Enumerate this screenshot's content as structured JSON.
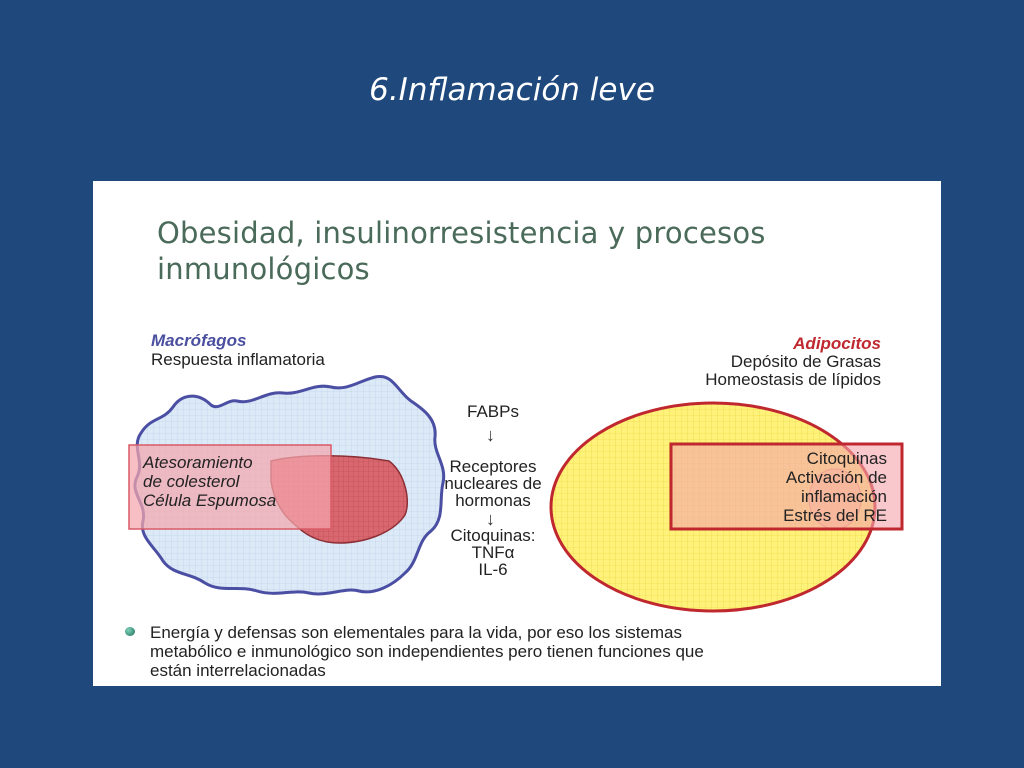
{
  "slide": {
    "title": "6.Inflamación leve"
  },
  "figure": {
    "title_line1": "Obesidad, insulinorresistencia y procesos",
    "title_line2": "inmunológicos",
    "macrophage": {
      "label": "Macrófagos",
      "subtitle": "Respuesta inflamatoria",
      "box_lines": [
        "Atesoramiento",
        "de colesterol",
        "Célula Espumosa"
      ]
    },
    "center_pathway": {
      "step1": "FABPs",
      "step2_lines": [
        "Receptores",
        "nucleares de",
        "hormonas"
      ],
      "step3_lines": [
        "Citoquinas:",
        "TNFα",
        "IL-6"
      ],
      "arrow_glyph": "↓"
    },
    "adipocyte": {
      "label": "Adipocitos",
      "lines": [
        "Depósito de Grasas",
        "Homeostasis de lípidos"
      ],
      "box_lines": [
        "Citoquinas",
        "Activación de",
        "inflamación",
        "Estrés del RE"
      ]
    },
    "bullet": {
      "icon": "bullet-sphere-icon",
      "lines": [
        "Energía y defensas son elementales para la vida, por eso los sistemas",
        "metabólico e inmunológico son independientes pero tienen funciones que",
        "están interrelacionadas"
      ]
    },
    "colors": {
      "macrophage_fill": "#dce9f7",
      "macrophage_outline": "#4b4fa3",
      "pink_box": "#f4a6ad",
      "nucleus": "#d9676f",
      "adipocyte_fill": "#fff27a",
      "adipocyte_outline": "#c0282f",
      "slide_background": "#1f497d"
    }
  }
}
